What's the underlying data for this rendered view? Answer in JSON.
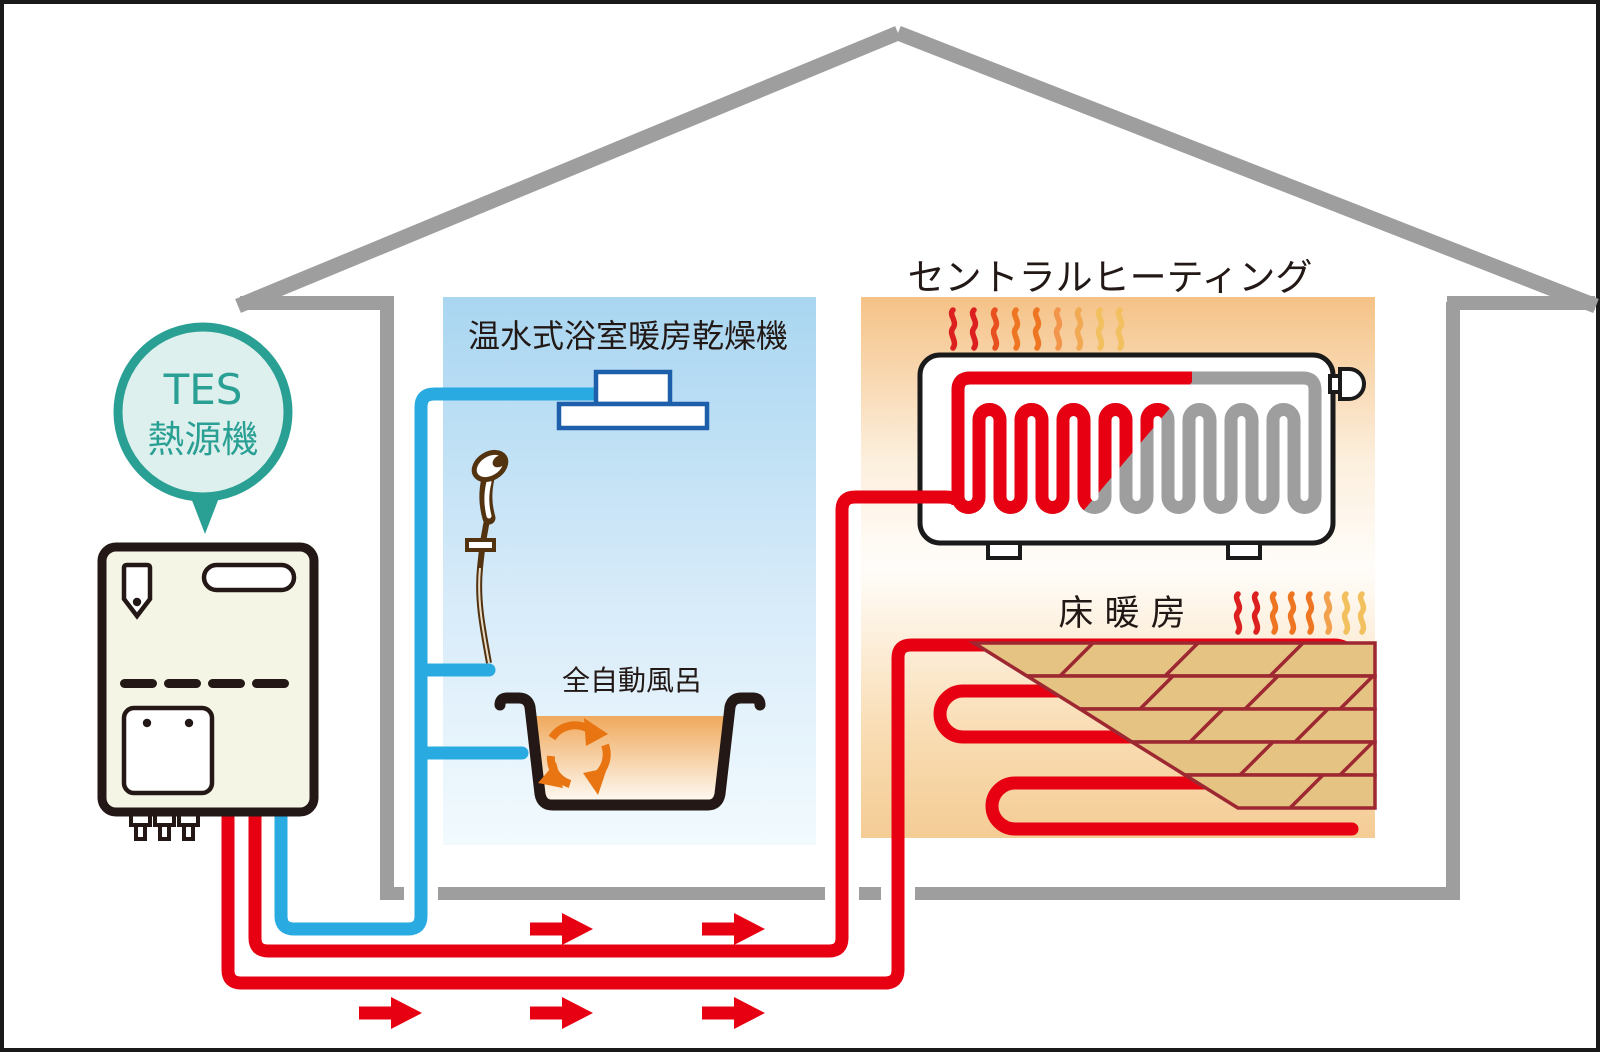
{
  "tes_bubble": {
    "line1": "TES",
    "line2": "熱源機"
  },
  "bathroom": {
    "title": "温水式浴室暖房乾燥機",
    "bath_label": "全自動風呂"
  },
  "central_heating": {
    "title": "セントラルヒーティング"
  },
  "floor_heating": {
    "title": "床 暖 房"
  },
  "colors": {
    "hot_pipe": "#e60012",
    "cold_pipe": "#29abe2",
    "house_gray": "#9e9e9f",
    "teal": "#2aa095",
    "teal_fill": "#def0ed",
    "outline_dark": "#231815",
    "boiler_body": "#f5f5e6",
    "panel_blue_top": "#a9d6f1",
    "panel_orange": "#f5c287",
    "tile": "#e5c383",
    "tile_grout": "#9e2832",
    "flame_red": "#dc1f1f",
    "flame_orange": "#ee7622",
    "flame_yellow": "#f2c05e",
    "bath_water": "#f0a95c",
    "recycle_orange": "#e87511",
    "dryer_blue": "#1d5faa"
  }
}
